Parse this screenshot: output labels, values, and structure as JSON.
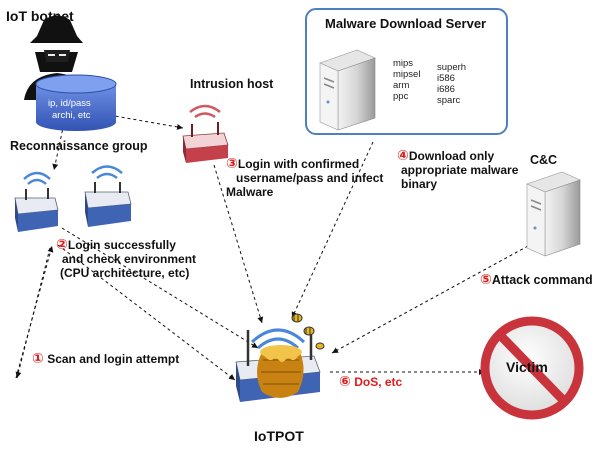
{
  "labels": {
    "iot_botnet": "IoT botnet",
    "db_line1": "ip, id/pass",
    "db_line2": "archi, etc",
    "recon_group": "Reconnaissance group",
    "intrusion_host": "Intrusion host",
    "malware_server": "Malware Download Server",
    "cnc": "C&C",
    "iotpot": "IoTPOT",
    "victim": "Victim"
  },
  "architectures": {
    "col1": [
      "mips",
      "mipsel",
      "arm",
      "ppc"
    ],
    "col2": [
      "superh",
      "i586",
      "i686",
      "sparc"
    ]
  },
  "steps": [
    {
      "num": "①",
      "text": "Scan and login attempt"
    },
    {
      "num": "②",
      "line1": "Login successfully",
      "line2": "and check environment",
      "line3": "(CPU architecture, etc)"
    },
    {
      "num": "③",
      "line1": "Login with confirmed",
      "line2": "username/pass and infect",
      "line3": "Malware"
    },
    {
      "num": "④",
      "line1": "Download only",
      "line2": "appropriate malware",
      "line3": "binary"
    },
    {
      "num": "⑤",
      "text": "Attack command"
    },
    {
      "num": "⑥",
      "text": "DoS, etc"
    }
  ],
  "colors": {
    "server_border": "#4f7fbf",
    "database": "#4a6fd4",
    "router_blue": "#3f64b3",
    "router_red": "#c4404a",
    "honey": "#e8a21a",
    "victim_red": "#c9343c",
    "step_red": "#e21b1b"
  },
  "icons": [
    "hacker-icon",
    "database-icon",
    "router-icon",
    "server-icon",
    "honeypot-icon",
    "bee-icon",
    "prohibited-icon"
  ]
}
